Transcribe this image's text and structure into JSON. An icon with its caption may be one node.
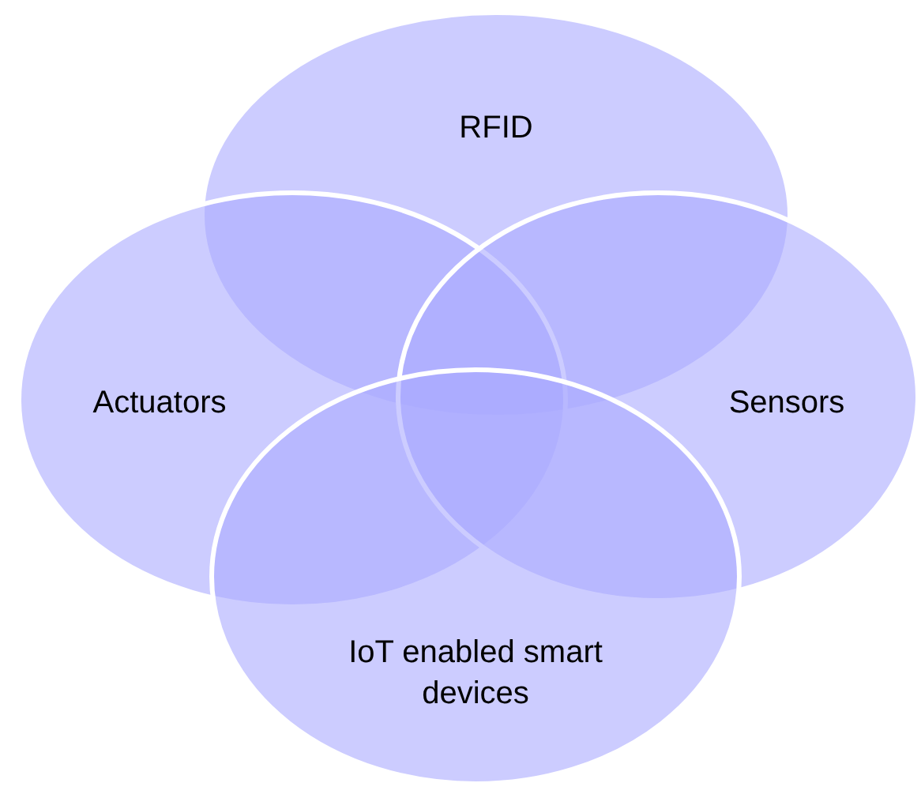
{
  "diagram": {
    "nodes": [
      {
        "text": [
          "RFID"
        ]
      },
      {
        "text": [
          "Actuators"
        ]
      },
      {
        "text": [
          "Sensors"
        ]
      },
      {
        "text": [
          "IoT enabled smart devices"
        ]
      }
    ]
  }
}
